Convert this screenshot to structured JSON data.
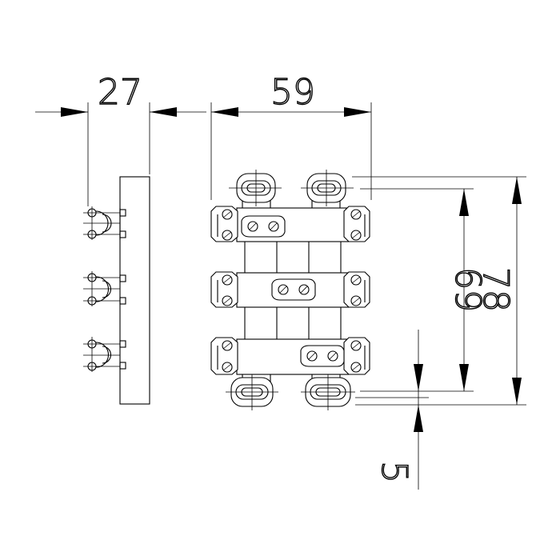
{
  "dimensions": {
    "width_side": "27",
    "width_front": "59",
    "height_inner": "69",
    "height_outer": "78",
    "offset_bottom": "5"
  }
}
